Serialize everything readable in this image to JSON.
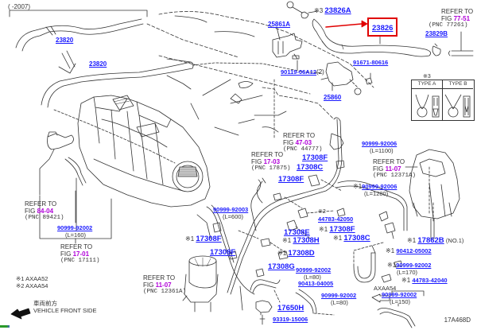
{
  "diagram": {
    "code": "17A468D",
    "year_range": "( -2007)",
    "highlighted_part": "23826",
    "note_symbol": "※3",
    "notes": [
      "※1 AXAA52",
      "※2 AXAA54"
    ],
    "front_side": {
      "jp": "車両前方",
      "en": "VEHICLE FRONT SIDE"
    },
    "clip_types": {
      "header": "※3",
      "type_a": "TYPE A",
      "type_b": "TYPE B"
    },
    "axaa54_label": "AXAA54",
    "colors": {
      "part_number": "#1a1aff",
      "figure_ref": "#b000d8",
      "highlight": "#e00000",
      "line": "#333333"
    }
  },
  "parts": [
    {
      "id": "23820a",
      "number": "23820"
    },
    {
      "id": "23820b",
      "number": "23820"
    },
    {
      "id": "23826A",
      "number": "23826A",
      "prefix": "※3"
    },
    {
      "id": "23826",
      "number": "23826"
    },
    {
      "id": "23829B",
      "number": "23829B"
    },
    {
      "id": "25861A",
      "number": "25861A"
    },
    {
      "id": "90119",
      "number": "90119-06A12",
      "suffix": "(2)"
    },
    {
      "id": "91671",
      "number": "91671-80616"
    },
    {
      "id": "25860",
      "number": "25860"
    },
    {
      "id": "hose1100",
      "number": "90999-92006",
      "length": "(L=1100)"
    },
    {
      "id": "hose1280",
      "number": "90999-92006",
      "length": "(L=1280)",
      "prefix": "※1"
    },
    {
      "id": "17308F_a",
      "number": "17308F"
    },
    {
      "id": "17308C_a",
      "number": "17308C"
    },
    {
      "id": "17308F_b",
      "number": "17308F"
    },
    {
      "id": "hose600",
      "number": "90999-92003",
      "length": "(L=600)"
    },
    {
      "id": "44783_42050",
      "number": "44783-42050",
      "prefix": "※2"
    },
    {
      "id": "17308E",
      "number": "17308E"
    },
    {
      "id": "17308F_c",
      "number": "17308F",
      "prefix": "※1"
    },
    {
      "id": "17308H",
      "number": "17308H",
      "prefix": "※1"
    },
    {
      "id": "17308C_b",
      "number": "17308C",
      "prefix": "※1"
    },
    {
      "id": "17308F_d",
      "number": "17308F",
      "prefix": "※1"
    },
    {
      "id": "17308D",
      "number": "17308D",
      "prefix": "※1"
    },
    {
      "id": "17308F_e",
      "number": "17308F"
    },
    {
      "id": "17308G",
      "number": "17308G"
    },
    {
      "id": "17862B",
      "number": "17862B",
      "prefix": "※1",
      "suffix": "(NO.1)"
    },
    {
      "id": "90412",
      "number": "90412-05002",
      "prefix": "※1"
    },
    {
      "id": "hose170",
      "number": "90999-92002",
      "length": "(L=170)",
      "prefix": "※1"
    },
    {
      "id": "44783_42040",
      "number": "44783-42040",
      "prefix": "※1"
    },
    {
      "id": "hose80a",
      "number": "90999-92002",
      "length": "(L=80)"
    },
    {
      "id": "90413",
      "number": "90413-04005"
    },
    {
      "id": "hose80b",
      "number": "90999-92002",
      "length": "(L=80)"
    },
    {
      "id": "hose150",
      "number": "90999-92002",
      "length": "(L=150)"
    },
    {
      "id": "17650H",
      "number": "17650H"
    },
    {
      "id": "93319",
      "number": "93319-15006"
    },
    {
      "id": "hose160",
      "number": "90999-92002",
      "length": "(L=160)"
    }
  ],
  "refs": [
    {
      "id": "r77",
      "text": "REFER TO",
      "fig_prefix": "FIG",
      "fig": "77-51",
      "pnc": "(PNC 77261)"
    },
    {
      "id": "r47",
      "text": "REFER TO",
      "fig_prefix": "FIG",
      "fig": "47-03",
      "pnc": "(PNC 44777)"
    },
    {
      "id": "r17_03",
      "text": "REFER TO",
      "fig_prefix": "FIG",
      "fig": "17-03",
      "pnc": "(PNC 17875)"
    },
    {
      "id": "r11_a",
      "text": "REFER TO",
      "fig_prefix": "FIG",
      "fig": "11-07",
      "pnc": "(PNC 12371A)"
    },
    {
      "id": "r84",
      "text": "REFER TO",
      "fig_prefix": "FIG",
      "fig": "84-04",
      "pnc": "(PNC 89421)"
    },
    {
      "id": "r17_01",
      "text": "REFER TO",
      "fig_prefix": "FIG",
      "fig": "17-01",
      "pnc": "(PNC 17111)"
    },
    {
      "id": "r11_b",
      "text": "REFER TO",
      "fig_prefix": "FIG",
      "fig": "11-07",
      "pnc": "(PNC 12361A)"
    }
  ]
}
